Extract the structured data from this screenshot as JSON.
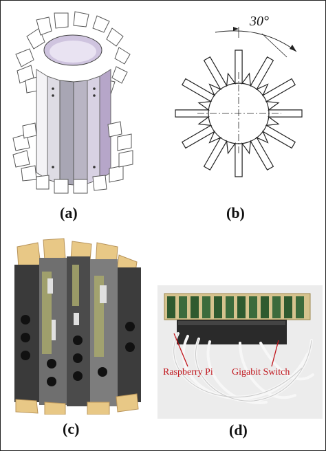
{
  "figure": {
    "panels": [
      {
        "id": "a",
        "caption": "(a)"
      },
      {
        "id": "b",
        "caption": "(b)",
        "angle_label": "30°"
      },
      {
        "id": "c",
        "caption": "(c)"
      },
      {
        "id": "d",
        "caption": "(d)",
        "labels": [
          "Raspberry Pi",
          "Gigabit Switch"
        ]
      }
    ]
  },
  "colors": {
    "label_red": "#c0141b",
    "frame": "#222222",
    "prism_light": "#e9e6ee",
    "prism_dark": "#a8a6b4",
    "prism_purple": "#b6a6c9"
  },
  "icons": [
    "twelve-segment-cylinder-render",
    "star-cross-section-drawing",
    "robot-module-photo",
    "cluster-switch-photo"
  ]
}
